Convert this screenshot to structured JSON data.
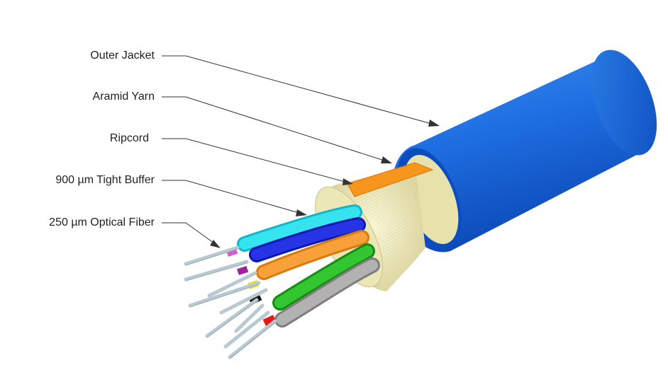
{
  "labels": {
    "outer_jacket": "Outer Jacket",
    "aramid_yarn": "Aramid Yarn",
    "ripcord": "Ripcord",
    "tight_buffer": "900 µm Tight Buffer",
    "optical_fiber": "250 µm Optical Fiber"
  },
  "colors": {
    "jacket": "#1a6fe0",
    "jacket_dark": "#0b47b8",
    "jacket_light": "#4d97f2",
    "yarn": "#f2eebc",
    "ripcord": "#f7951d",
    "buffers": [
      "#2fe0ec",
      "#1d2ae0",
      "#f7951d",
      "#2dbf2a",
      "#a8a8a8"
    ],
    "fiber": "#b8c8d0",
    "leader_line": "#333333"
  }
}
